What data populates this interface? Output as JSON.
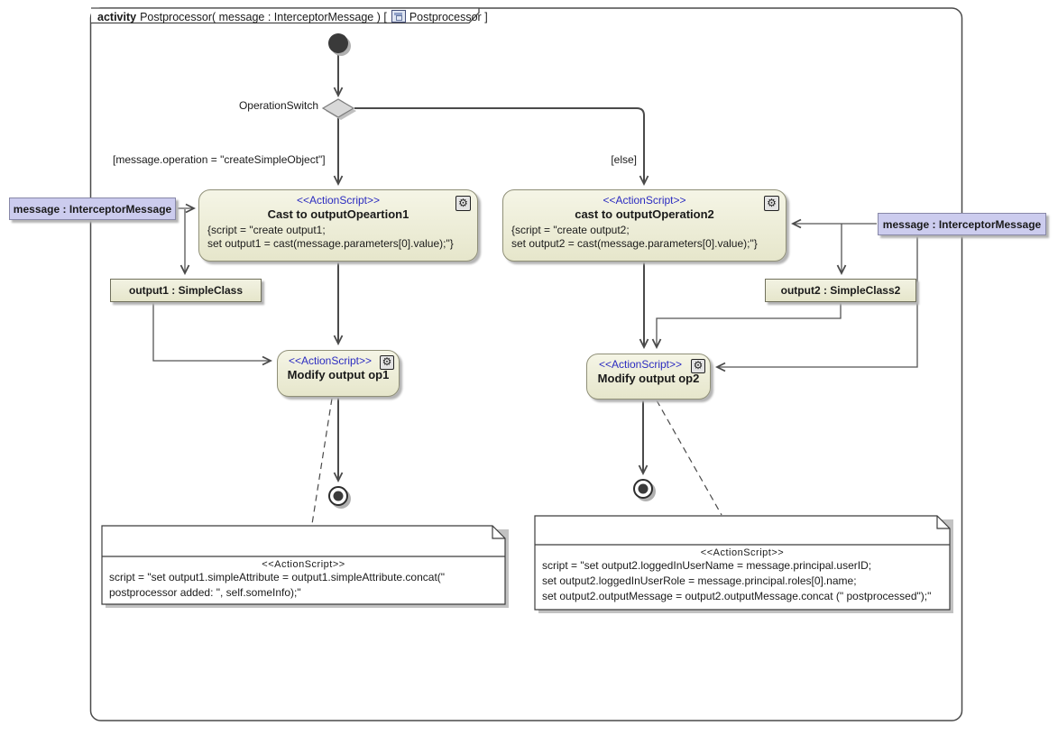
{
  "frame_title": {
    "keyword": "activity",
    "main": "Postprocessor( message : InterceptorMessage ) [",
    "suffix": "Postprocessor ]"
  },
  "labels": {
    "decision": "OperationSwitch",
    "guard_left": "[message.operation = \"createSimpleObject\"]",
    "guard_else": "[else]"
  },
  "nodes": {
    "action1": {
      "stereotype": "<<ActionScript>>",
      "name": "Cast to outputOpeartion1",
      "body1": "{script = \"create output1;",
      "body2": "set output1 = cast(message.parameters[0].value);\"}"
    },
    "action2": {
      "stereotype": "<<ActionScript>>",
      "name": "cast to outputOperation2",
      "body1": "{script = \"create output2;",
      "body2": "set output2 = cast(message.parameters[0].value);\"}"
    },
    "modify1": {
      "stereotype": "<<ActionScript>>",
      "name": "Modify output op1"
    },
    "modify2": {
      "stereotype": "<<ActionScript>>",
      "name": "Modify output op2"
    },
    "message_left": {
      "label": "message : InterceptorMessage"
    },
    "message_right": {
      "label": "message : InterceptorMessage"
    },
    "output1": {
      "label": "output1 : SimpleClass"
    },
    "output2": {
      "label": "output2 : SimpleClass2"
    }
  },
  "notes": {
    "note1": {
      "stereotype": "<<ActionScript>>",
      "line1": "script = \"set output1.simpleAttribute = output1.simpleAttribute.concat(\"",
      "line2": "postprocessor added: \", self.someInfo);\""
    },
    "note2": {
      "stereotype": "<<ActionScript>>",
      "line1": "script = \"set output2.loggedInUserName = message.principal.userID;",
      "line2": "set output2.loggedInUserRole = message.principal.roles[0].name;",
      "line3": "set output2.outputMessage = output2.outputMessage.concat (\" postprocessed\");\""
    }
  },
  "icons": {
    "gear": "⚙"
  },
  "colors": {
    "action_fill": "#e9e9d0",
    "action_border": "#8f8f77",
    "message_fill": "#ccccee",
    "diamond_fill": "#d8d8d8",
    "stereotype_text": "#2b2bc0",
    "line": "#4a4a4a",
    "shadow": "#b4b4b4"
  }
}
